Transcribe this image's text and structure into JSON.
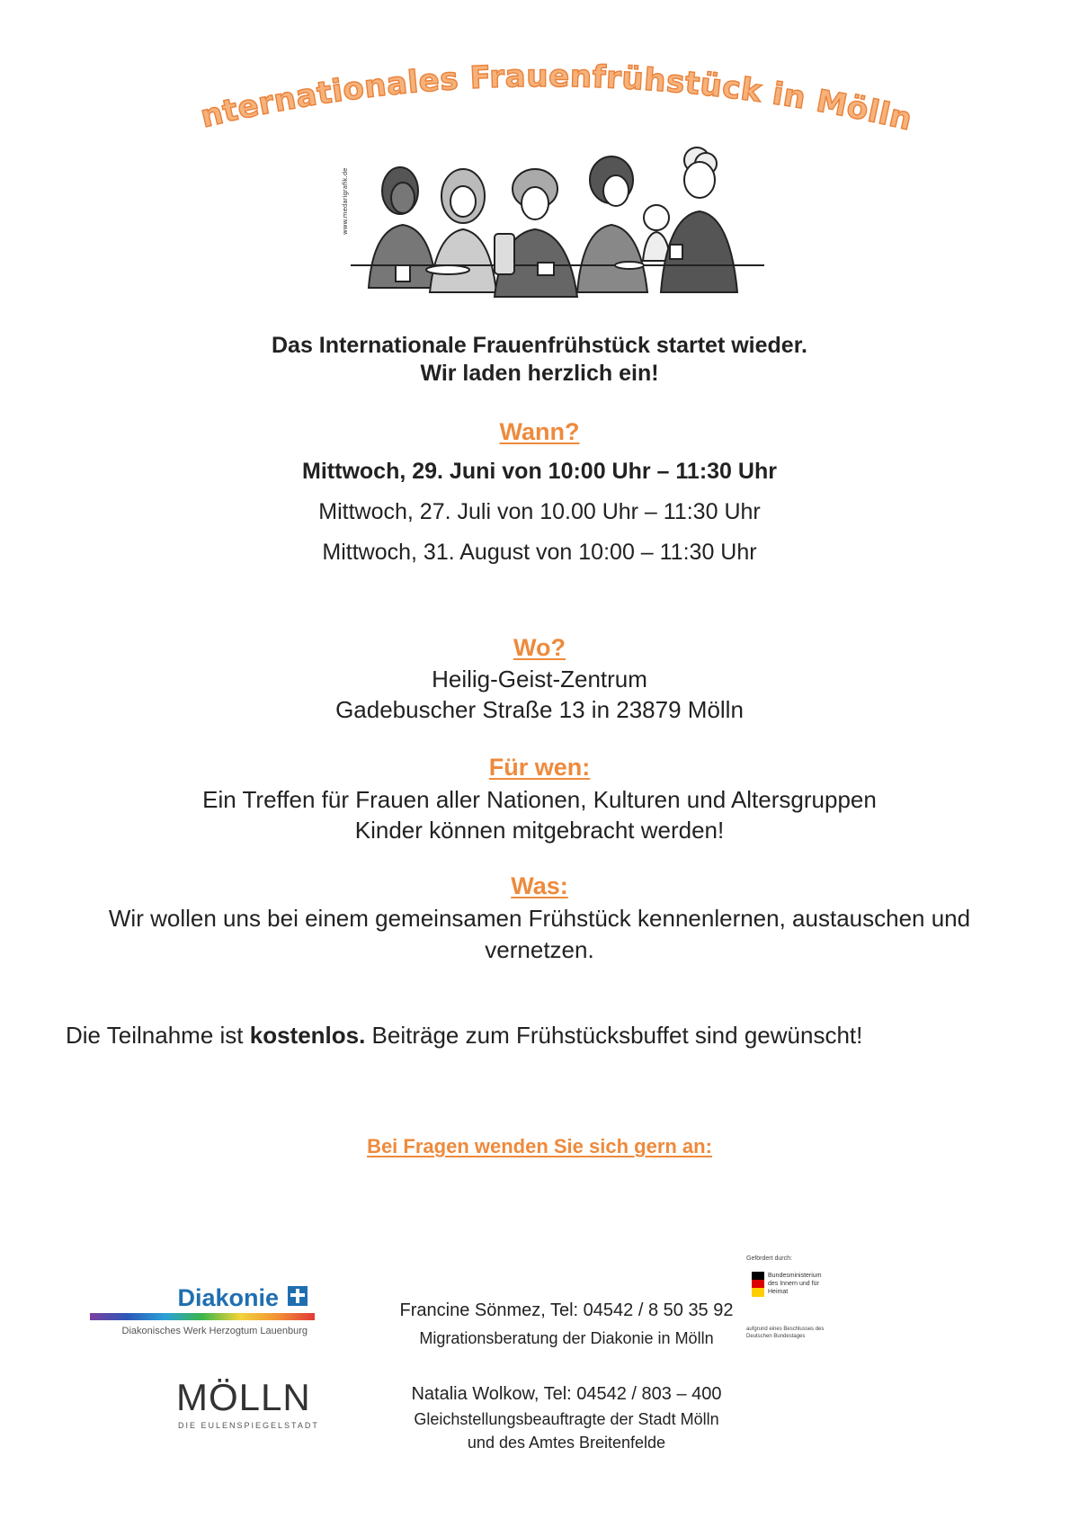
{
  "header": {
    "title": "Internationales Frauenfrühstück in Mölln"
  },
  "intro": {
    "line1": "Das Internationale Frauenfrühstück startet wieder.",
    "line2": "Wir laden herzlich ein!"
  },
  "wann": {
    "heading": "Wann?",
    "dates": [
      "Mittwoch, 29. Juni von 10:00 Uhr – 11:30 Uhr",
      "Mittwoch, 27. Juli von 10.00 Uhr – 11:30 Uhr",
      "Mittwoch, 31. August von 10:00 – 11:30 Uhr"
    ]
  },
  "wo": {
    "heading": "Wo?",
    "line1": "Heilig-Geist-Zentrum",
    "line2": "Gadebuscher Straße 13 in 23879 Mölln"
  },
  "fuer_wen": {
    "heading": "Für wen:",
    "line1": "Ein Treffen für Frauen aller Nationen, Kulturen und Altersgruppen",
    "line2": "Kinder können mitgebracht werden!"
  },
  "was": {
    "heading": "Was:",
    "line1": "Wir wollen uns bei einem gemeinsamen Frühstück kennenlernen, austauschen und",
    "line2": "vernetzen."
  },
  "cost": {
    "prefix": "Die Teilnahme ist ",
    "bold": "kostenlos.",
    "suffix": " Beiträge zum Frühstücksbuffet sind gewünscht!"
  },
  "contact": {
    "heading": "Bei Fragen wenden Sie sich gern an:",
    "person1": {
      "name": "Francine Sönmez, Tel: 04542 / 8 50 35 92",
      "role": "Migrationsberatung der Diakonie in Mölln"
    },
    "person2": {
      "name": "Natalia Wolkow, Tel: 04542 / 803 – 400",
      "role1": "Gleichstellungsbeauftragte der Stadt Mölln",
      "role2": "und des Amtes Breitenfelde"
    }
  },
  "logos": {
    "diakonie": {
      "name": "Diakonie",
      "subtitle": "Diakonisches Werk Herzogtum Lauenburg"
    },
    "moelln": {
      "name": "MÖLLN",
      "subtitle": "DIE EULENSPIEGELSTADT"
    },
    "bmi": {
      "top": "Gefördert durch:",
      "ministry": "Bundesministerium des Innern und für Heimat",
      "bottom": "aufgrund eines Beschlusses des Deutschen Bundestages"
    }
  },
  "colors": {
    "accent": "#ee8a3c",
    "text": "#222222"
  }
}
